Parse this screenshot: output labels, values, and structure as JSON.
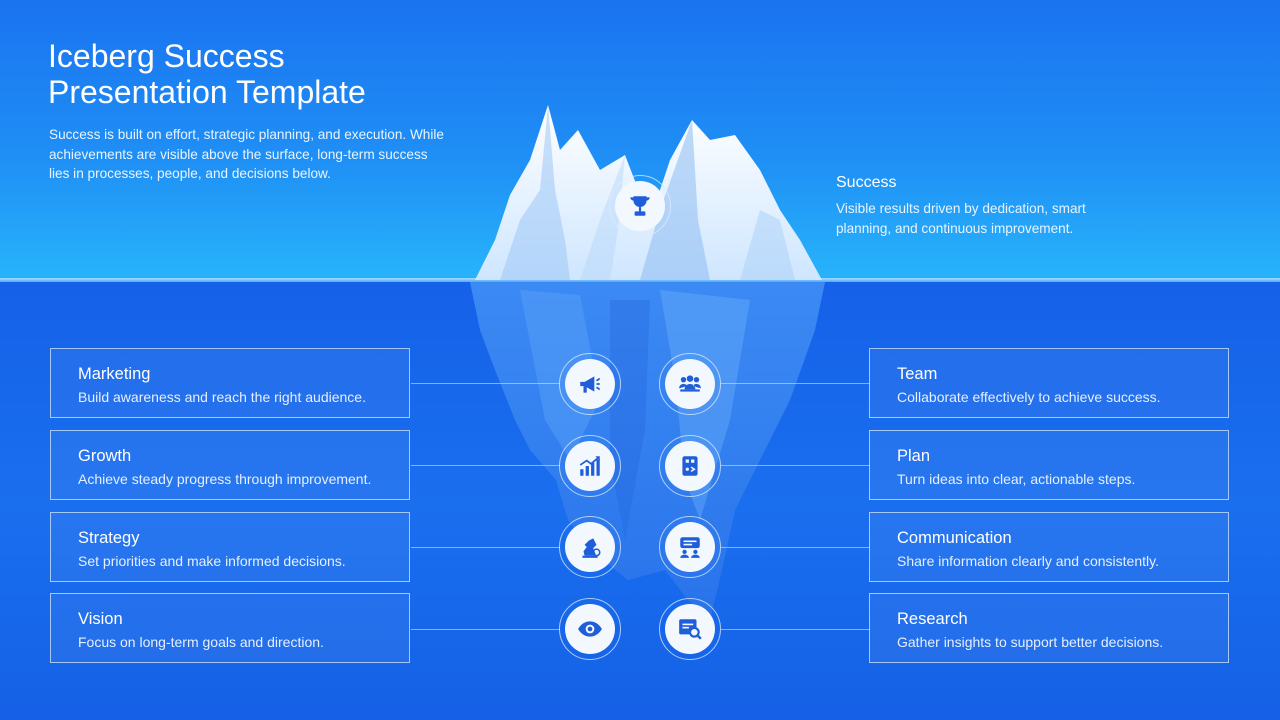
{
  "title": "Iceberg Success Presentation Template",
  "intro": "Success is built on effort, strategic planning, and execution. While achievements are visible above the surface, long-term success lies in processes, people, and decisions below.",
  "success": {
    "heading": "Success",
    "text": "Visible results driven by dedication, smart planning, and continuous improvement.",
    "icon": "trophy-icon"
  },
  "left_items": [
    {
      "heading": "Marketing",
      "text": "Build awareness and reach the right audience.",
      "icon": "megaphone-icon"
    },
    {
      "heading": "Growth",
      "text": "Achieve steady progress through improvement.",
      "icon": "growth-chart-icon"
    },
    {
      "heading": "Strategy",
      "text": "Set priorities and make informed decisions.",
      "icon": "chess-knight-icon"
    },
    {
      "heading": "Vision",
      "text": "Focus on long-term goals and direction.",
      "icon": "eye-icon"
    }
  ],
  "right_items": [
    {
      "heading": "Team",
      "text": "Collaborate effectively to achieve success.",
      "icon": "team-icon"
    },
    {
      "heading": "Plan",
      "text": "Turn ideas into clear, actionable steps.",
      "icon": "planning-board-icon"
    },
    {
      "heading": "Communication",
      "text": "Share information clearly and consistently.",
      "icon": "chat-icon"
    },
    {
      "heading": "Research",
      "text": "Gather insights to support better decisions.",
      "icon": "research-icon"
    }
  ],
  "colors": {
    "background": "#1a6fef",
    "surface_water": "#27b3fb",
    "icon_blue": "#1f5ed8",
    "card_border": "#d2e6ff"
  }
}
